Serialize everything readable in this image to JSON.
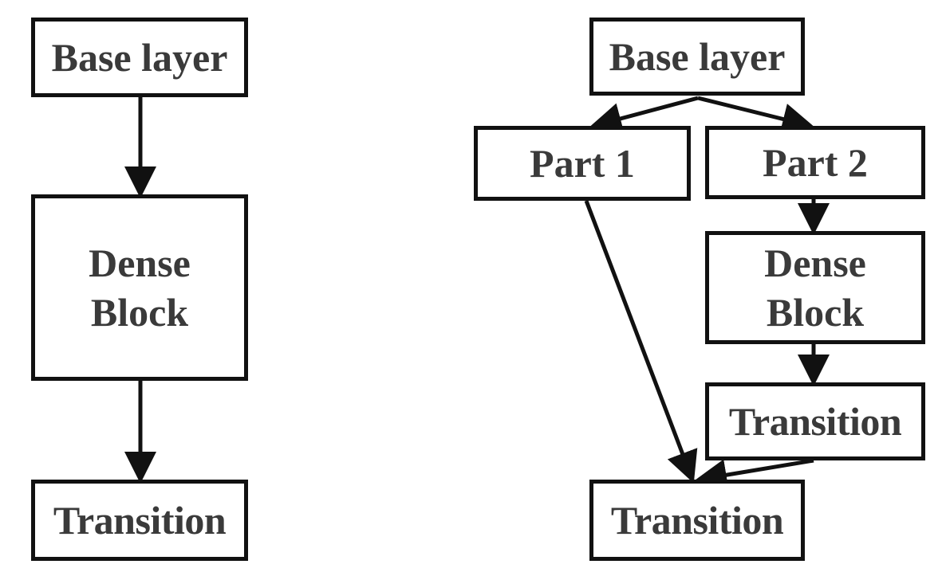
{
  "left_diagram": {
    "base_layer": "Base layer",
    "dense_block": "Dense\nBlock",
    "transition": "Transition"
  },
  "right_diagram": {
    "base_layer": "Base layer",
    "part_1": "Part 1",
    "part_2": "Part 2",
    "dense_block": "Dense\nBlock",
    "inner_transition": "Transition",
    "output_transition": "Transition"
  },
  "colors": {
    "stroke": "#111111",
    "text": "#3a3a3a",
    "background": "#ffffff"
  }
}
